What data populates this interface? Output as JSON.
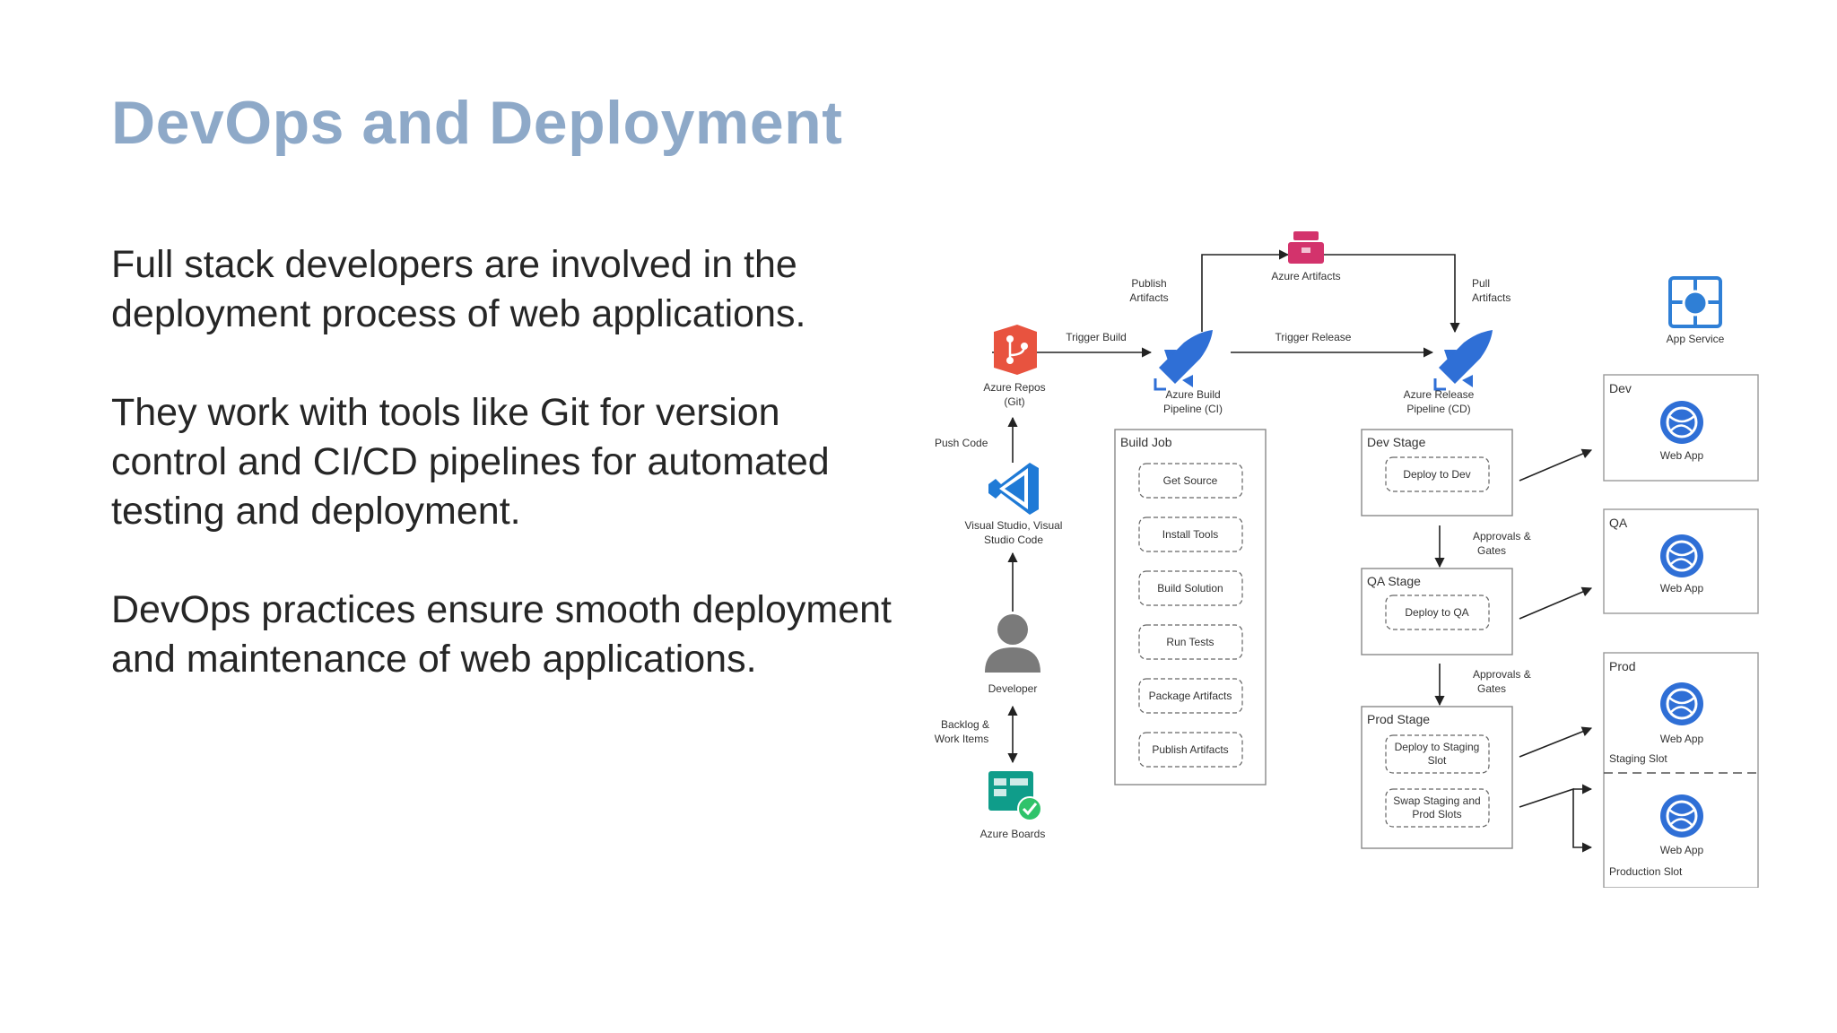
{
  "slide": {
    "title": "DevOps and Deployment",
    "paragraphs": [
      "Full stack developers are involved in the deployment process of web applications.",
      "They work with tools like Git for version control and CI/CD pipelines for automated testing and deployment.",
      "DevOps practices ensure smooth deployment and maintenance of web applications."
    ]
  },
  "diagram": {
    "nodes": {
      "azure_artifacts": "Azure Artifacts",
      "app_service": "App Service",
      "azure_repos": [
        "Azure Repos",
        "(Git)"
      ],
      "azure_build": [
        "Azure Build",
        "Pipeline (CI)"
      ],
      "azure_release": [
        "Azure Release",
        "Pipeline (CD)"
      ],
      "visual_studio": [
        "Visual Studio, Visual",
        "Studio Code"
      ],
      "developer": "Developer",
      "azure_boards": "Azure Boards"
    },
    "edges": {
      "publish_artifacts": [
        "Publish",
        "Artifacts"
      ],
      "pull_artifacts": [
        "Pull",
        "Artifacts"
      ],
      "trigger_build": "Trigger Build",
      "trigger_release": "Trigger Release",
      "push_code": "Push Code",
      "backlog": [
        "Backlog &",
        "Work Items"
      ],
      "approvals_1": [
        "Approvals &",
        "Gates"
      ],
      "approvals_2": [
        "Approvals &",
        "Gates"
      ]
    },
    "build_job": {
      "title": "Build Job",
      "steps": [
        "Get Source",
        "Install Tools",
        "Build Solution",
        "Run Tests",
        "Package Artifacts",
        "Publish Artifacts"
      ]
    },
    "stages": {
      "dev": {
        "title": "Dev Stage",
        "task": "Deploy to Dev"
      },
      "qa": {
        "title": "QA Stage",
        "task": "Deploy to QA"
      },
      "prod": {
        "title": "Prod Stage",
        "tasks": [
          [
            "Deploy to Staging",
            "Slot"
          ],
          [
            "Swap Staging and",
            "Prod Slots"
          ]
        ]
      }
    },
    "environments": {
      "dev": {
        "title": "Dev",
        "app": "Web App"
      },
      "qa": {
        "title": "QA",
        "app": "Web App"
      },
      "prod": {
        "title": "Prod",
        "staging_app": "Web App",
        "staging_slot": "Staging Slot",
        "production_app": "Web App",
        "production_slot": "Production Slot"
      }
    },
    "colors": {
      "repos": "#e8533f",
      "pipelines": "#2f6fd6",
      "artifacts": "#d3336c",
      "vscode": "#1f7ad6",
      "developer": "#7a7a7a",
      "boards": "#0f9d8a",
      "webapp": "#2f6fd6",
      "appservice": "#2f7fd6"
    }
  }
}
